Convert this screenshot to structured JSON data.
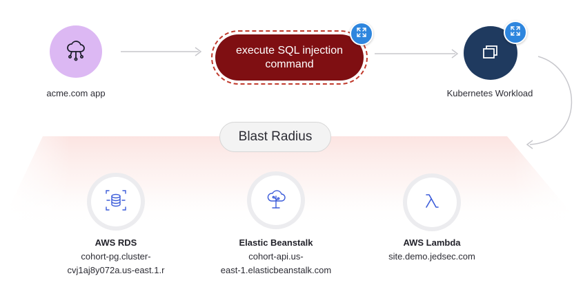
{
  "nodes": {
    "source": {
      "label": "acme.com app",
      "icon": "cloud-network-icon",
      "color": "#dcb8f3"
    },
    "action": {
      "label_line1": "execute SQL injection",
      "label_line2": "command",
      "color": "#7f0f12"
    },
    "target": {
      "label": "Kubernetes Workload",
      "icon": "stacked-windows-icon",
      "color": "#1f3a5f"
    }
  },
  "blast_radius": {
    "title": "Blast Radius",
    "resources": [
      {
        "name": "AWS RDS",
        "detail_line1": "cohort-pg.cluster-",
        "detail_line2": "cvj1aj8y072a.us-east.1.r",
        "icon": "database-icon"
      },
      {
        "name": "Elastic Beanstalk",
        "detail_line1": "cohort-api.us-",
        "detail_line2": "east-1.elasticbeanstalk.com",
        "icon": "beanstalk-cloud-icon"
      },
      {
        "name": "AWS Lambda",
        "detail_line1": "site.demo.jedsec.com",
        "detail_line2": "",
        "icon": "lambda-icon"
      }
    ]
  },
  "colors": {
    "accent_blue": "#2e86de",
    "danger_border": "#c0392b",
    "blast_tint": "#fbe3e1"
  }
}
